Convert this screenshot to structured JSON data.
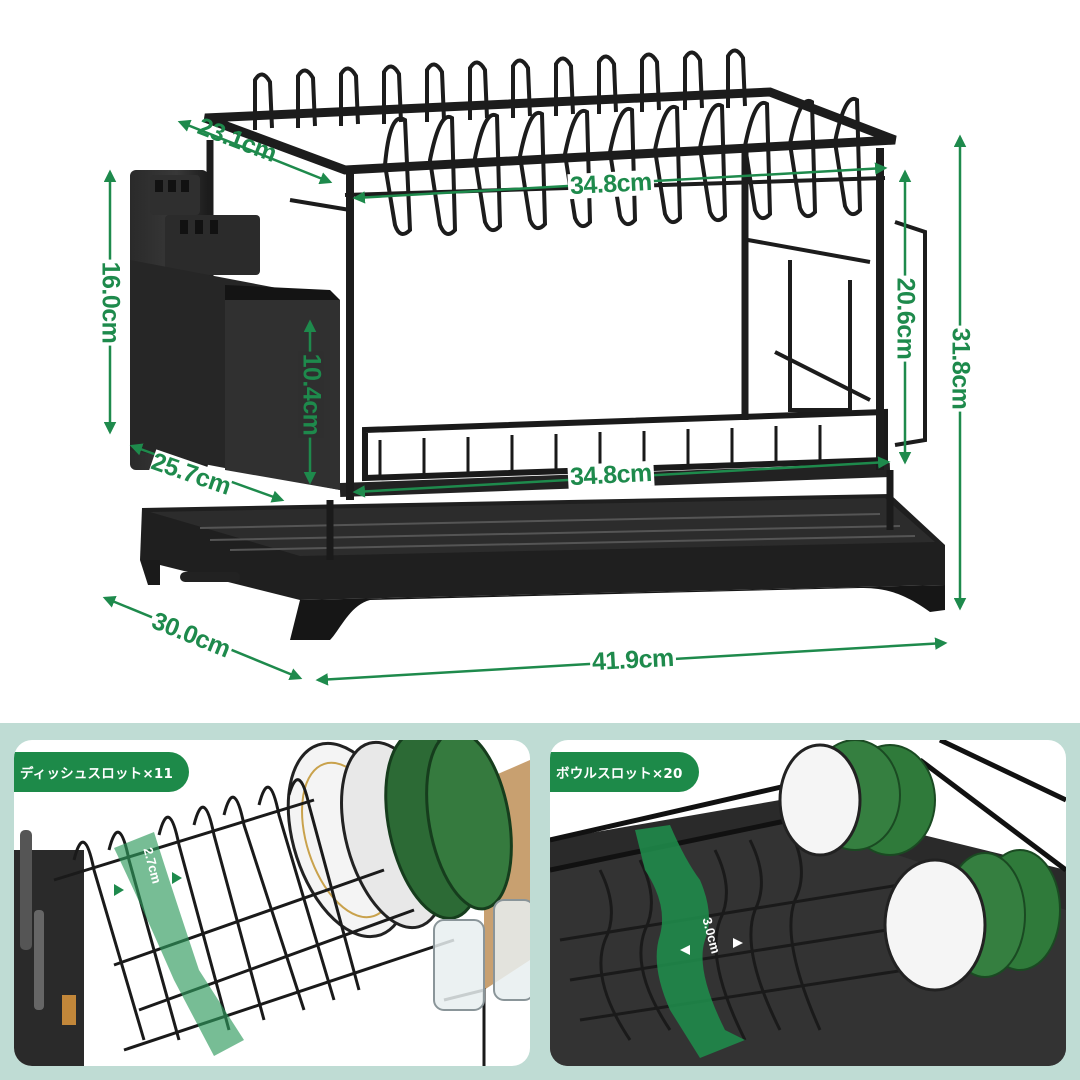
{
  "hero": {
    "description": "2-tier black dish drying rack with utensil holder, cutting board holder and drip tray",
    "accent_color": "#1e8a4c",
    "dimensions": {
      "top_depth": "23.1cm",
      "top_width": "34.8cm",
      "tier_height": "20.6cm",
      "total_height": "31.8cm",
      "caddy_height": "16.0cm",
      "caddy_cup_height": "10.4cm",
      "bottom_depth": "25.7cm",
      "bottom_width": "34.8cm",
      "tray_depth": "30.0cm",
      "total_width": "41.9cm"
    }
  },
  "details": {
    "background_color": "#bfdcd4",
    "pill_color": "#1d8a49",
    "cards": [
      {
        "title": "ディッシュスロット×11",
        "slot_width": "2.7cm",
        "subject": "dish slots with plates and glasses"
      },
      {
        "title": "ボウルスロット×20",
        "slot_width": "3.0cm",
        "subject": "bowl slots with bowls"
      }
    ]
  }
}
